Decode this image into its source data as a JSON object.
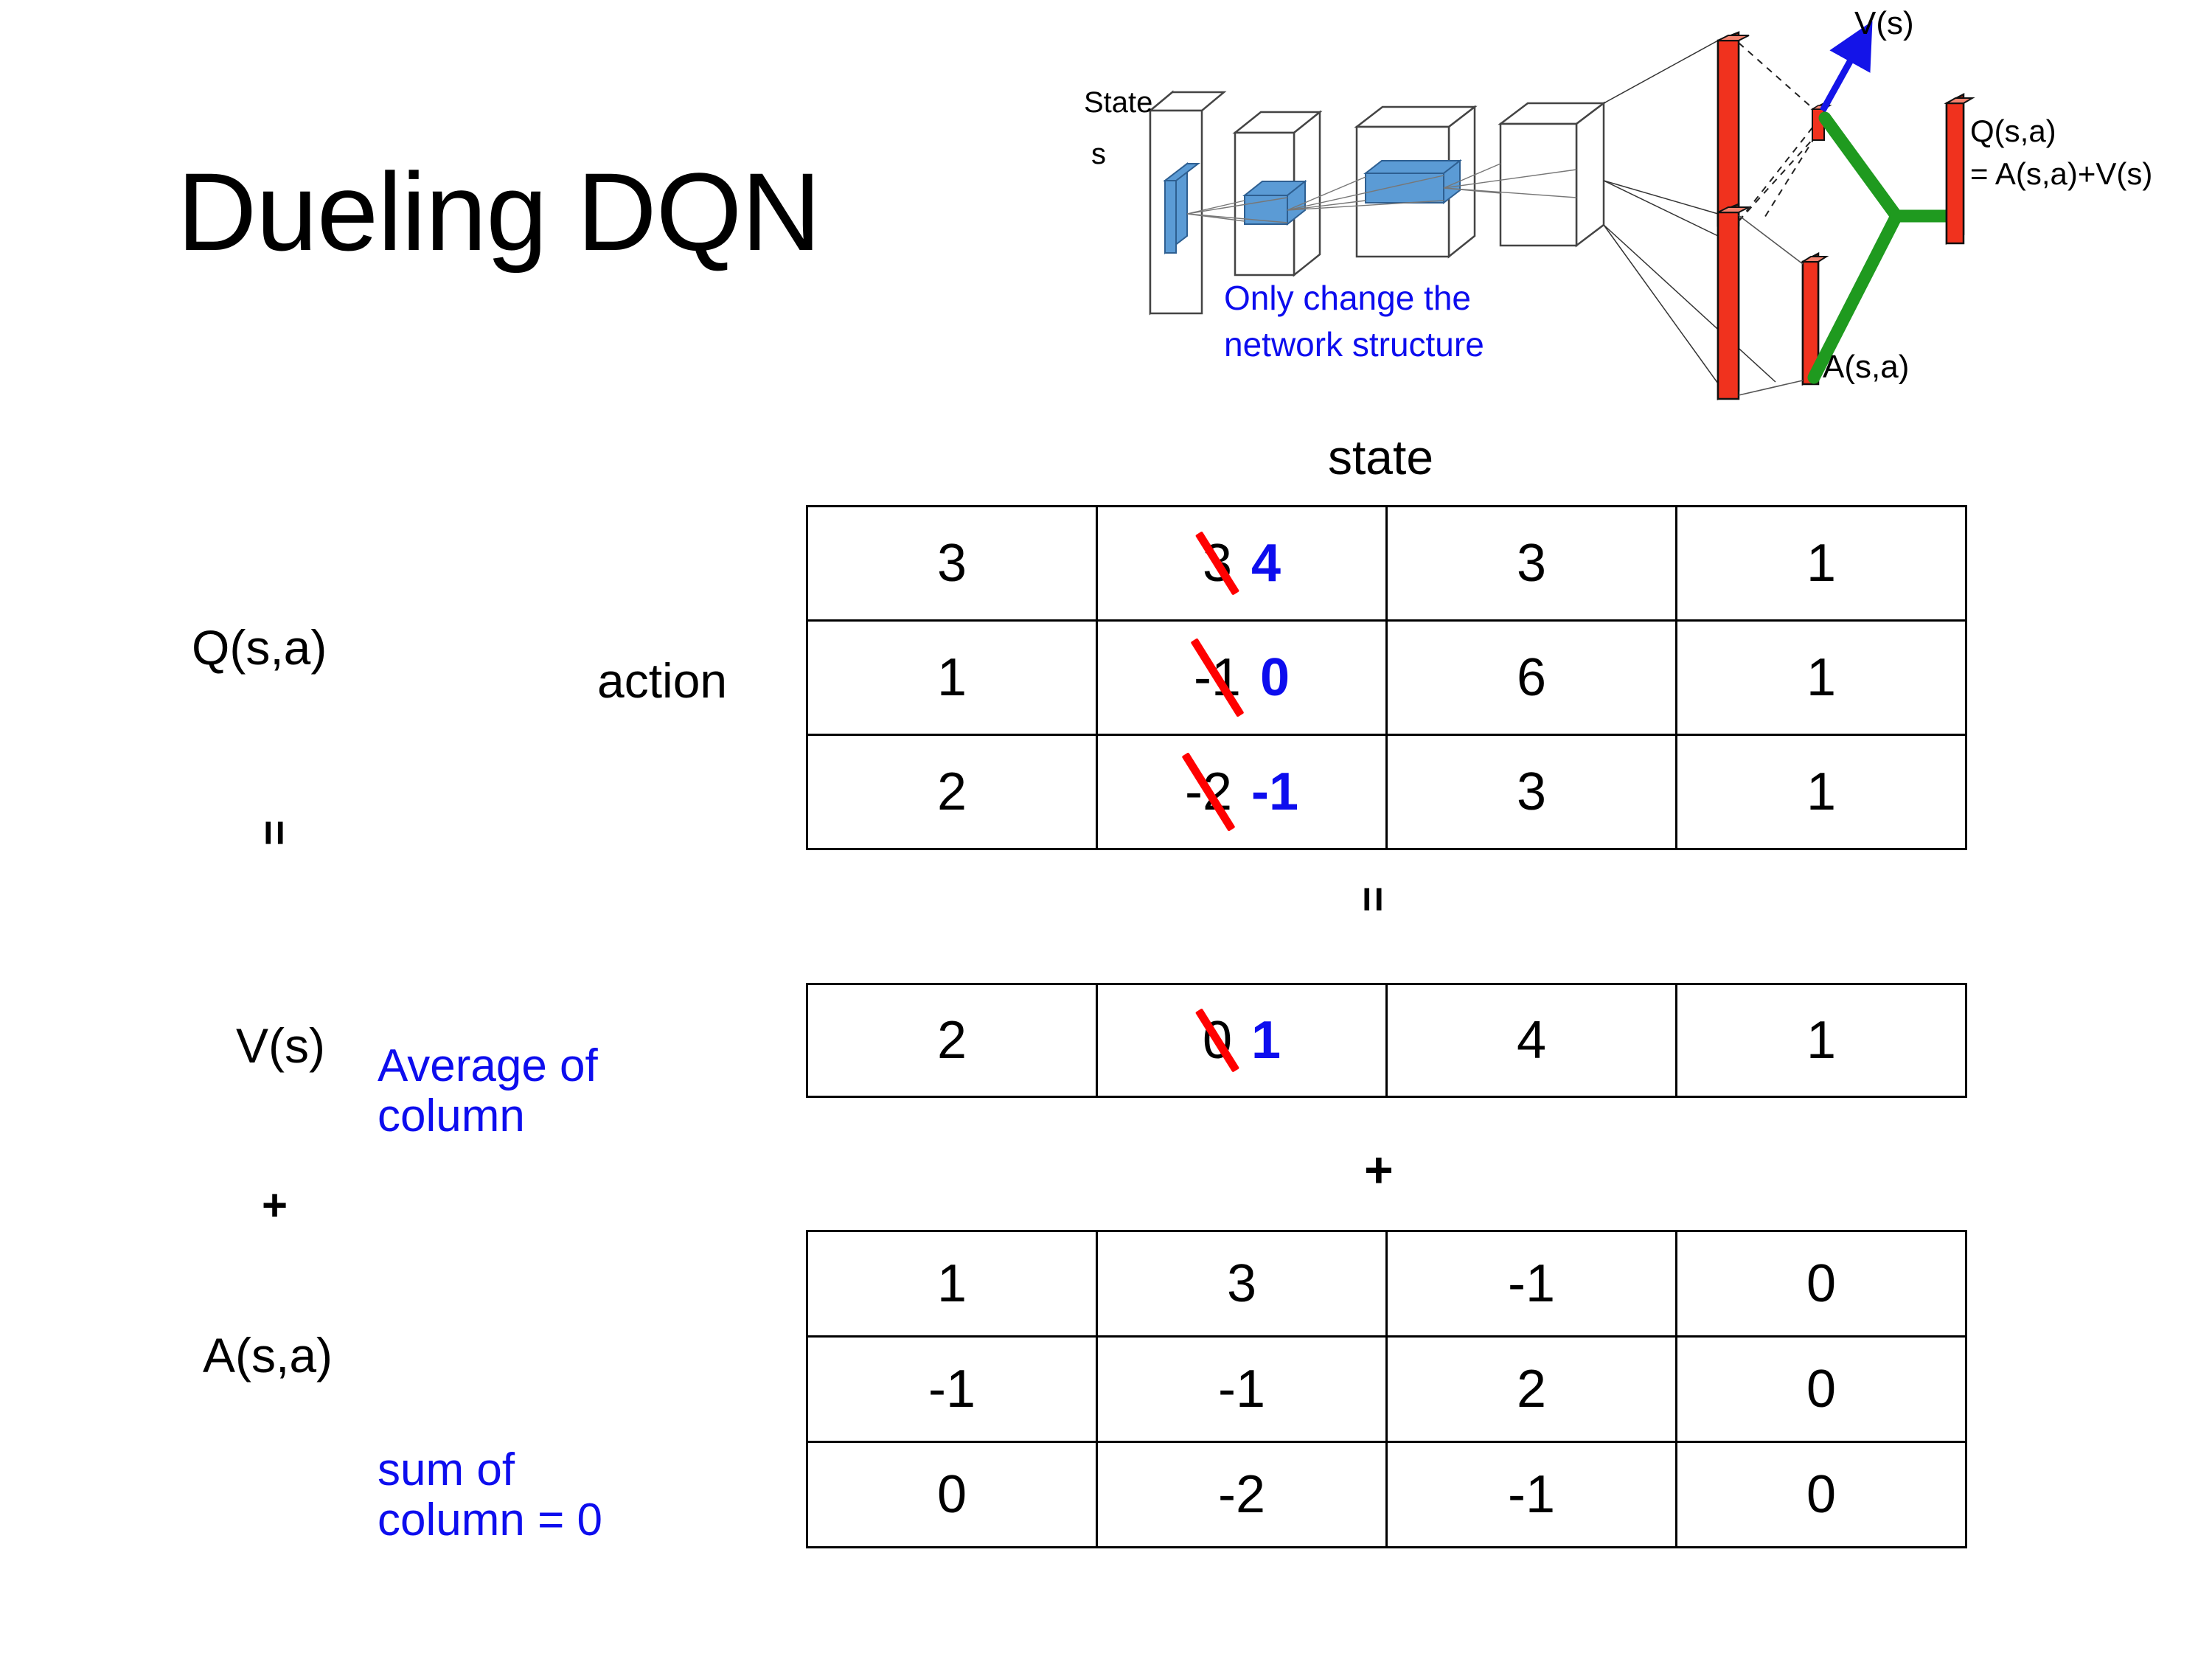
{
  "title": "Dueling DQN",
  "colors": {
    "blue": "#0D0DEE",
    "red": "#FF0000",
    "green": "#1F9A1F",
    "bar_red": "#F0321E",
    "block_blue": "#5B9BD5",
    "black": "#000000"
  },
  "diagram": {
    "state_label_line1": "State",
    "state_label_line2": "s",
    "note": "Only change the\nnetwork structure",
    "note_line1": "Only change the",
    "note_line2": "network structure",
    "v_label": "V(s)",
    "a_label": "A(s,a)",
    "q_label_line1": "Q(s,a)",
    "q_label_line2": "= A(s,a)+V(s)"
  },
  "axes": {
    "state": "state",
    "action": "action"
  },
  "labels": {
    "q": "Q(s,a)",
    "v": "V(s)",
    "a": "A(s,a)",
    "equals": "=",
    "plus": "+"
  },
  "notes": {
    "avg_line1": "Average of",
    "avg_line2": "column",
    "sum_line1": "sum of",
    "sum_line2": "column = 0"
  },
  "chart_data": {
    "type": "table",
    "title": "Dueling DQN",
    "xlabel": "state",
    "ylabel": "action",
    "tables": [
      {
        "name": "Q(s,a)",
        "rows": 3,
        "cols": 4,
        "values": [
          [
            "3",
            "3",
            "3",
            "1"
          ],
          [
            "1",
            "-1",
            "6",
            "1"
          ],
          [
            "2",
            "-2",
            "3",
            "1"
          ]
        ],
        "corrections": [
          {
            "row": 0,
            "col": 1,
            "old": "3",
            "new": "4"
          },
          {
            "row": 1,
            "col": 1,
            "old": "-1",
            "new": "0"
          },
          {
            "row": 2,
            "col": 1,
            "old": "-2",
            "new": "-1"
          }
        ]
      },
      {
        "name": "V(s)",
        "rows": 1,
        "cols": 4,
        "values": [
          [
            "2",
            "0",
            "4",
            "1"
          ]
        ],
        "corrections": [
          {
            "row": 0,
            "col": 1,
            "old": "0",
            "new": "1"
          }
        ]
      },
      {
        "name": "A(s,a)",
        "rows": 3,
        "cols": 4,
        "values": [
          [
            "1",
            "3",
            "-1",
            "0"
          ],
          [
            "-1",
            "-1",
            "2",
            "0"
          ],
          [
            "0",
            "-2",
            "-1",
            "0"
          ]
        ],
        "corrections": []
      }
    ],
    "relation": "Q(s,a) = V(s) + A(s,a)"
  }
}
